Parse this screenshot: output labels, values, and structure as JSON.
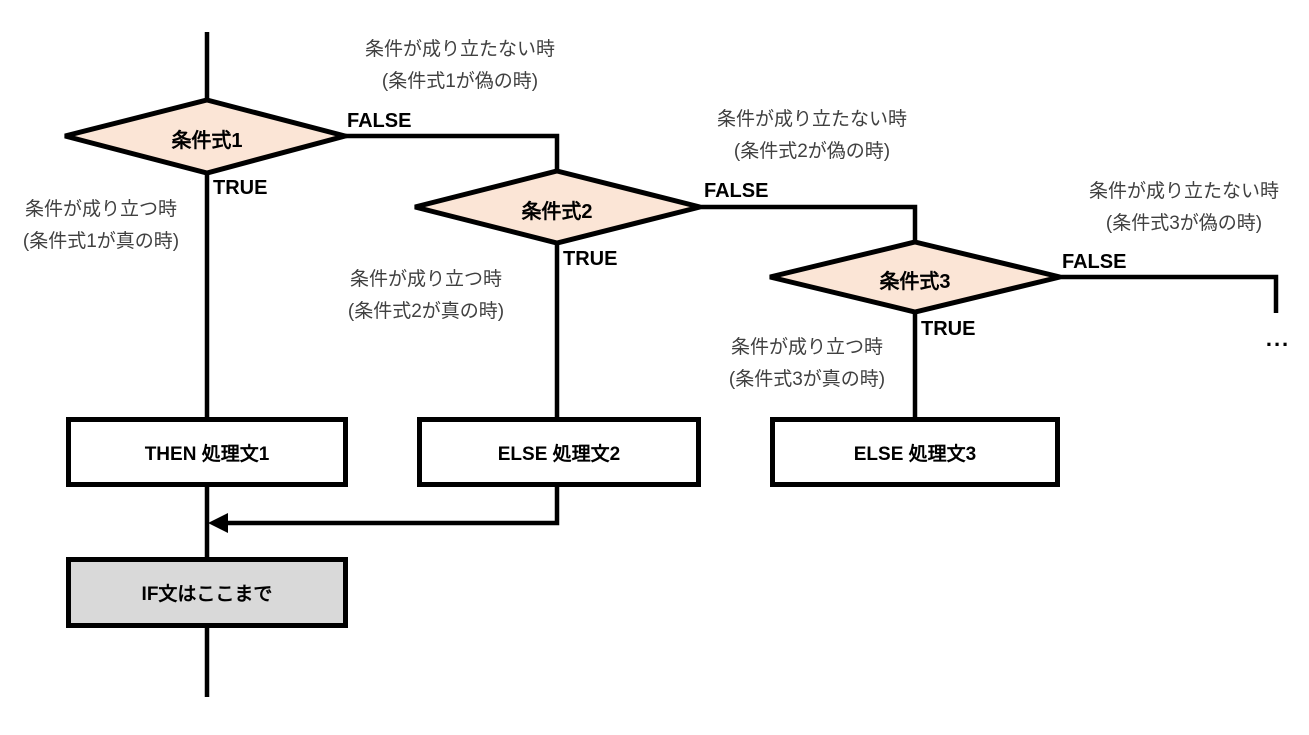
{
  "colors": {
    "diamond_fill": "#FBE5D6",
    "end_fill": "#D9D9D9",
    "line": "#000000",
    "note_text": "#404040",
    "label_text": "#000000"
  },
  "decisions": [
    {
      "label": "条件式1",
      "true_label": "TRUE",
      "false_label": "FALSE",
      "true_note": [
        "条件が成り立つ時",
        "(条件式1が真の時)"
      ],
      "false_note": [
        "条件が成り立たない時",
        "(条件式1が偽の時)"
      ]
    },
    {
      "label": "条件式2",
      "true_label": "TRUE",
      "false_label": "FALSE",
      "true_note": [
        "条件が成り立つ時",
        "(条件式2が真の時)"
      ],
      "false_note": [
        "条件が成り立たない時",
        "(条件式2が偽の時)"
      ]
    },
    {
      "label": "条件式3",
      "true_label": "TRUE",
      "false_label": "FALSE",
      "true_note": [
        "条件が成り立つ時",
        "(条件式3が真の時)"
      ],
      "false_note": [
        "条件が成り立たない時",
        "(条件式3が偽の時)"
      ]
    }
  ],
  "boxes": [
    {
      "label": "THEN 処理文1"
    },
    {
      "label": "ELSE 処理文2"
    },
    {
      "label": "ELSE 処理文3"
    }
  ],
  "end_box": {
    "label": "IF文はここまで"
  },
  "continuation": "..."
}
